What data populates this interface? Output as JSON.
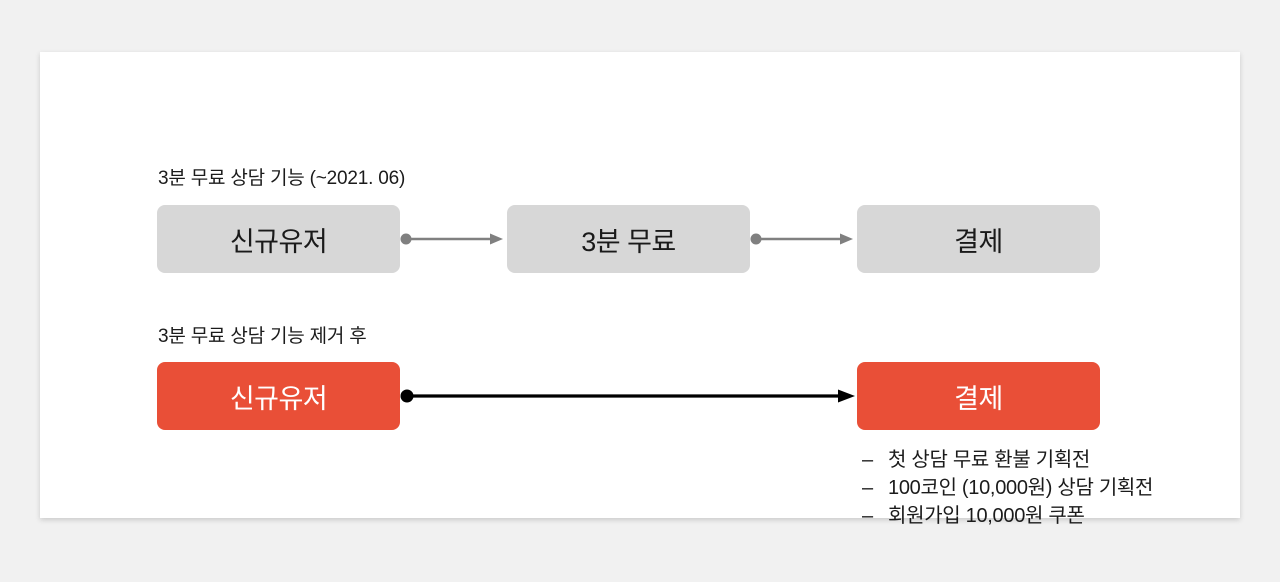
{
  "canvas": {
    "background_color": "#f1f1f1",
    "card_background_color": "#ffffff"
  },
  "colors": {
    "gray_box": "#d7d7d7",
    "red_box": "#e94f37",
    "gray_arrow": "#808080",
    "black_arrow": "#000000",
    "text_dark": "#1b1b1b",
    "text_on_red": "#ffffff"
  },
  "diagram": {
    "type": "flow",
    "rows": [
      {
        "caption": "3분 무료 상담 기능 (~2021. 06)",
        "style": "gray",
        "nodes": [
          {
            "label": "신규유저"
          },
          {
            "label": "3분 무료"
          },
          {
            "label": "결제"
          }
        ],
        "connectors": [
          {
            "from": "신규유저",
            "to": "3분 무료",
            "color": "gray",
            "marker_start": "dot",
            "marker_end": "arrow"
          },
          {
            "from": "3분 무료",
            "to": "결제",
            "color": "gray",
            "marker_start": "dot",
            "marker_end": "arrow"
          }
        ]
      },
      {
        "caption": "3분 무료 상담 기능 제거 후",
        "style": "red",
        "nodes": [
          {
            "label": "신규유저"
          },
          {
            "label": "결제"
          }
        ],
        "connectors": [
          {
            "from": "신규유저",
            "to": "결제",
            "color": "black",
            "marker_start": "dot",
            "marker_end": "arrow"
          }
        ]
      }
    ],
    "notes": {
      "bullet_marker": "–",
      "items": [
        "첫 상담 무료 환불 기획전",
        "100코인 (10,000원) 상담 기획전",
        "회원가입 10,000원 쿠폰"
      ]
    }
  }
}
